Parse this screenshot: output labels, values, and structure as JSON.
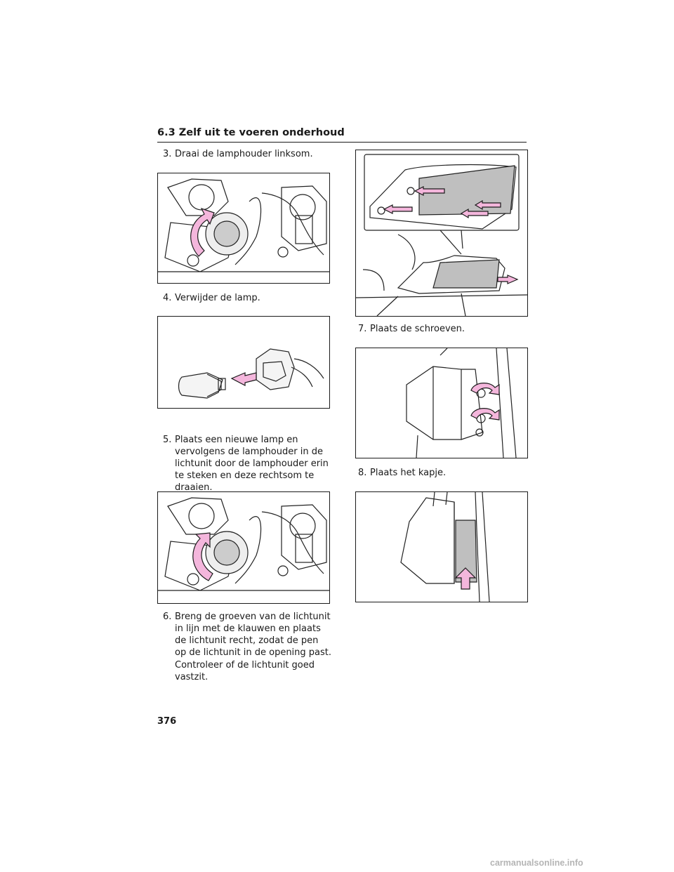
{
  "header": {
    "section": "6.3 Zelf uit te voeren onderhoud"
  },
  "steps": [
    {
      "num": "3.",
      "text": "Draai de lamphouder linksom."
    },
    {
      "num": "4.",
      "text": "Verwijder de lamp."
    },
    {
      "num": "5.",
      "text": "Plaats een nieuwe lamp en vervolgens de lamphouder in de lichtunit door de lamphouder erin te steken en deze rechtsom te draaien."
    },
    {
      "num": "6.",
      "text": "Breng de groeven van de lichtunit in lijn met de klauwen en plaats de lichtunit recht, zodat de pen op de lichtunit in de opening past.",
      "note": "Controleer of de lichtunit goed vastzit."
    },
    {
      "num": "7.",
      "text": "Plaats de schroeven."
    },
    {
      "num": "8.",
      "text": "Plaats het kapje."
    }
  ],
  "figures": {
    "fig3": {
      "icon": "lamp-holder-rotate-counterclockwise-illustration"
    },
    "fig4": {
      "icon": "bulb-removal-illustration"
    },
    "fig5": {
      "icon": "lamp-holder-rotate-clockwise-illustration"
    },
    "fig6": {
      "icon": "light-unit-installation-illustration"
    },
    "fig7": {
      "icon": "screws-installation-illustration"
    },
    "fig8": {
      "icon": "cover-installation-illustration"
    }
  },
  "colors": {
    "arrow": "#f4b6dc",
    "arrow_stroke": "#1a1a1a",
    "panel": "#bfbfbf"
  },
  "page_number": "376",
  "watermark": "carmanualsonline.info"
}
